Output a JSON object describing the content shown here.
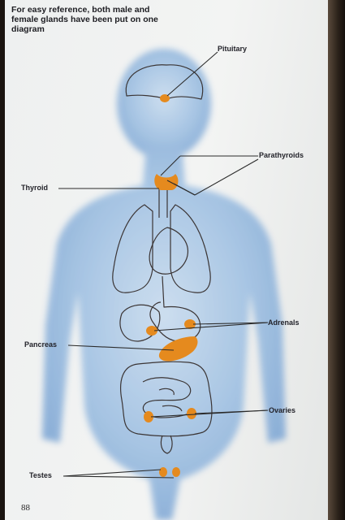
{
  "caption": "For easy reference, both male and female glands have been put on one diagram",
  "labels": {
    "pituitary": "Pituitary",
    "parathyroids": "Parathyroids",
    "thyroid": "Thyroid",
    "adrenals": "Adrenals",
    "pancreas": "Pancreas",
    "ovaries": "Ovaries",
    "testes": "Testes"
  },
  "page_number": "88",
  "colors": {
    "gland": "#e58a1e",
    "body": "#8fb4dc",
    "outline": "#3b3535",
    "page": "#f1f2f1"
  }
}
